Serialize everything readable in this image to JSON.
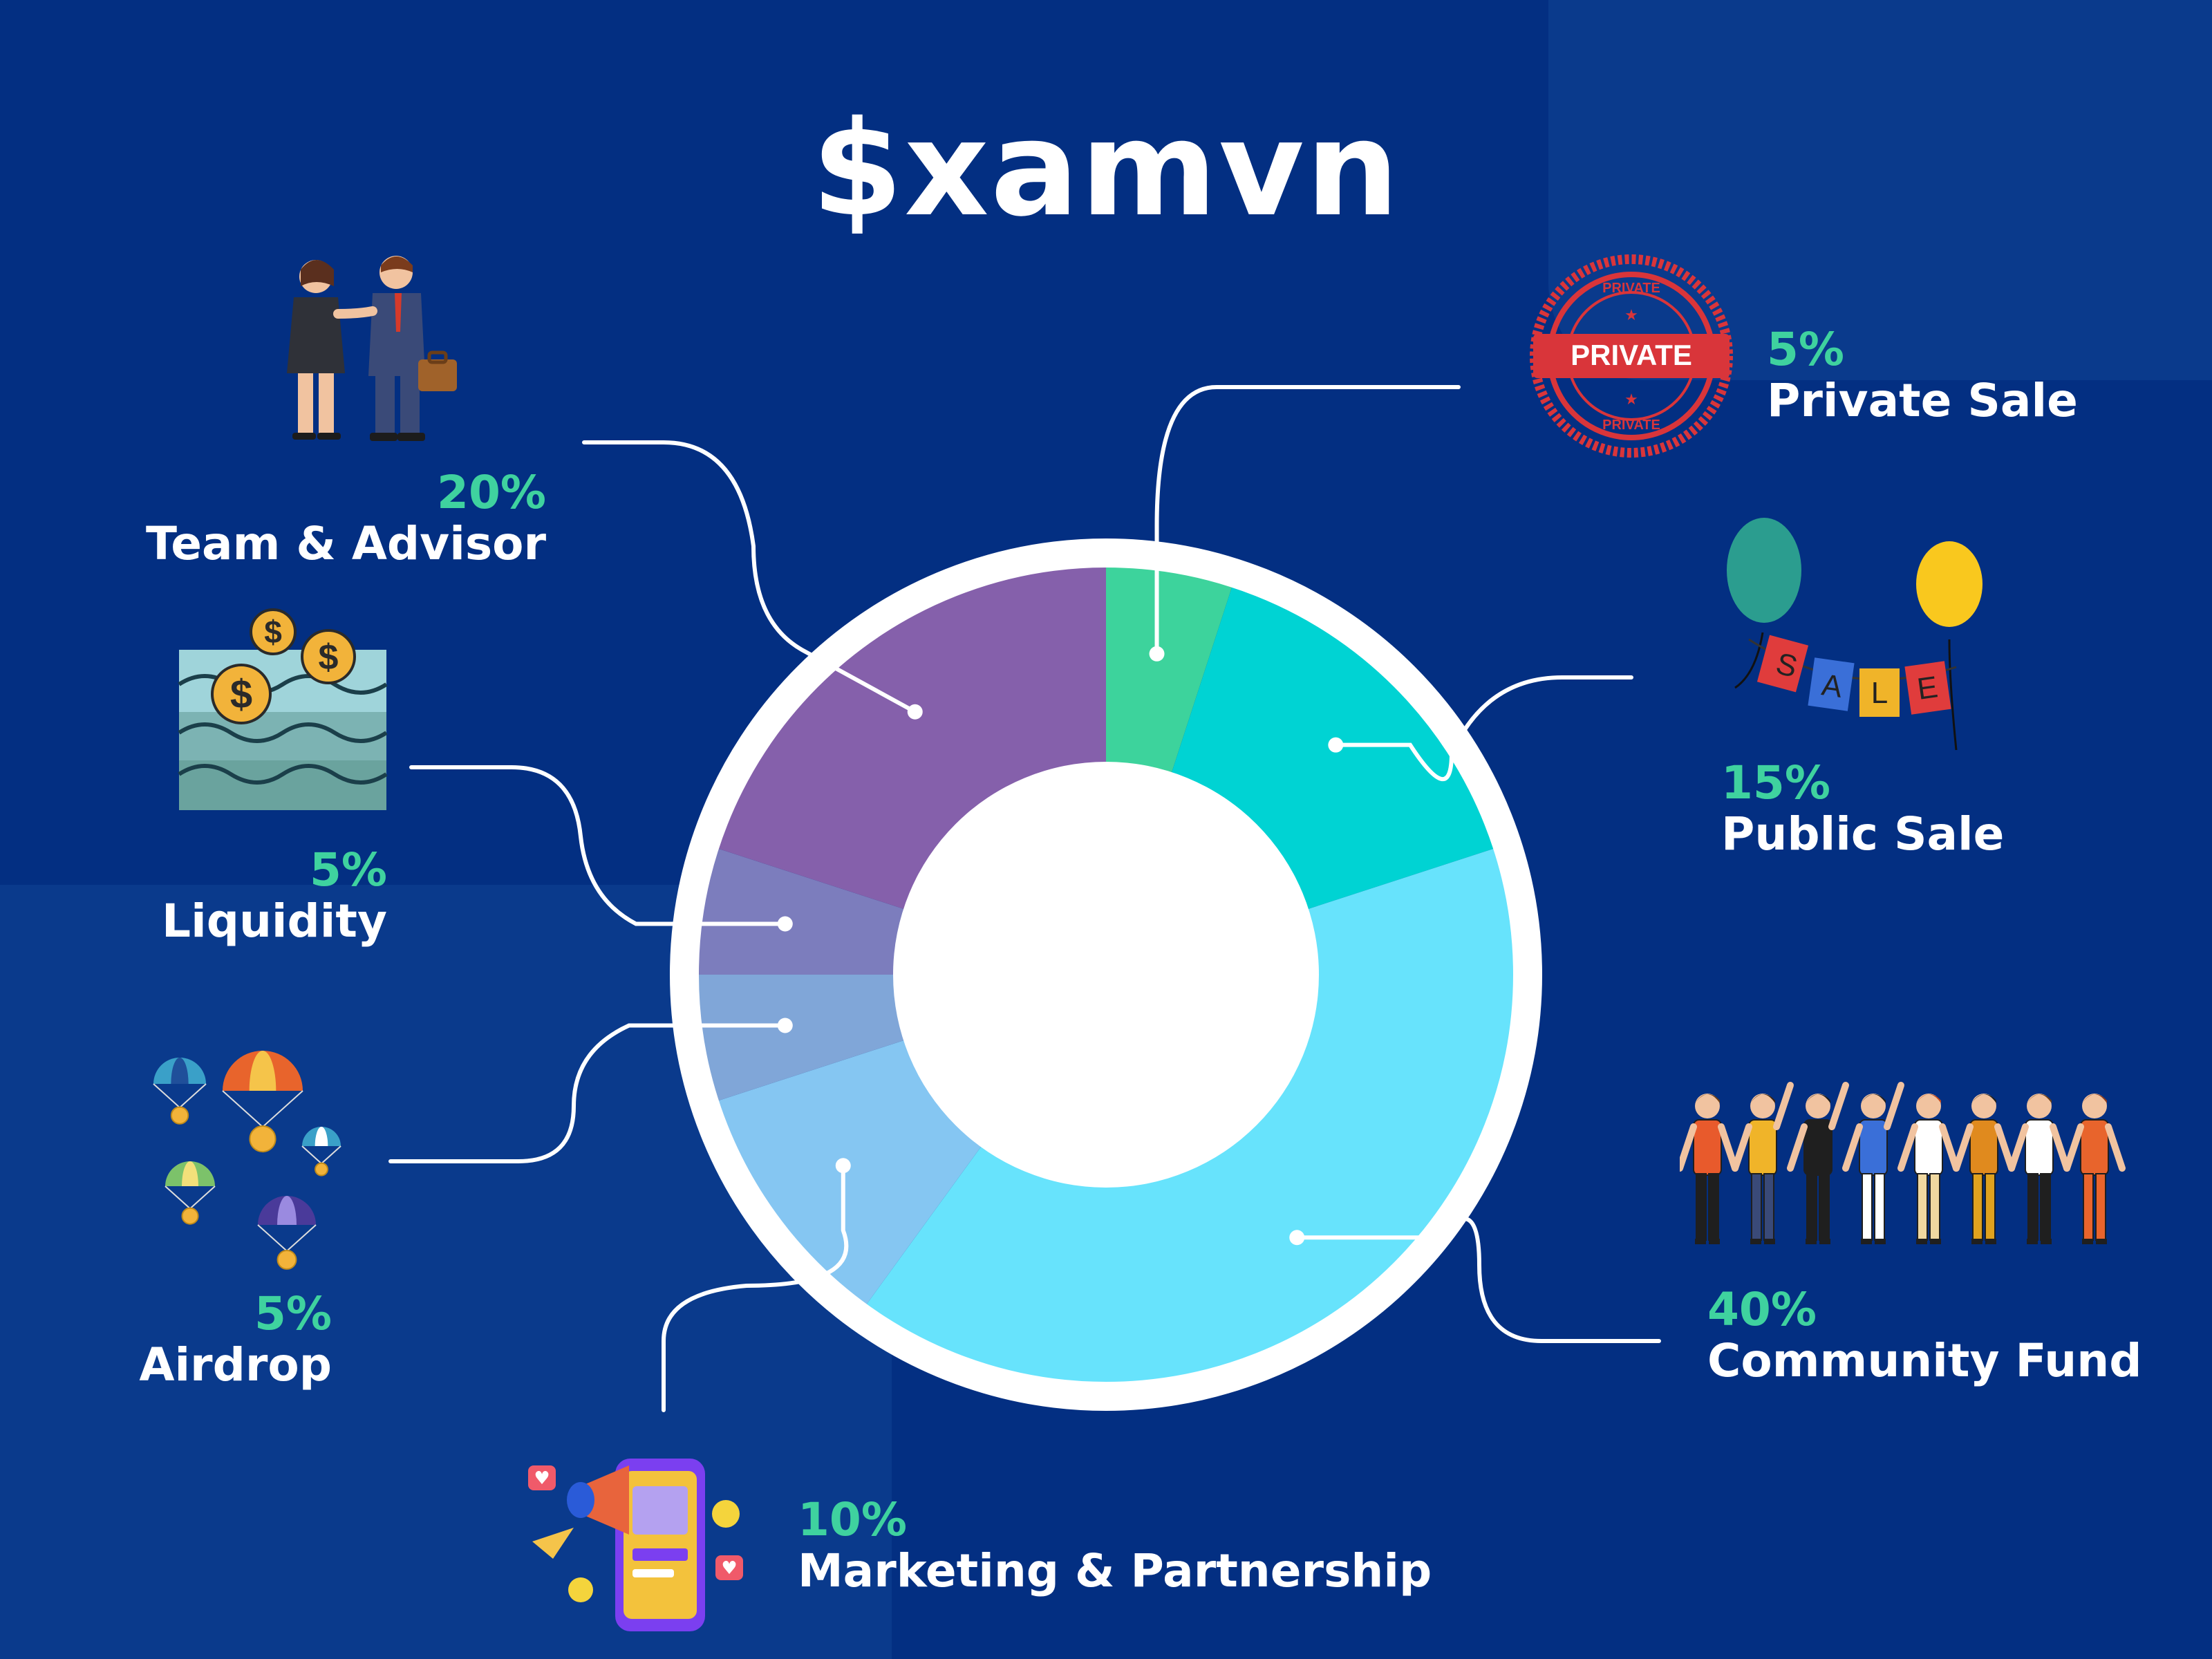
{
  "title": "$xamvn",
  "colors": {
    "background": "#032f82",
    "percent_text": "#3fd29f",
    "ring": "#ffffff"
  },
  "chart_data": {
    "type": "pie",
    "variant": "donut",
    "title": "$xamvn",
    "slices": [
      {
        "label": "Private Sale",
        "value": 5,
        "percent_label": "5%",
        "color": "#3dd39c"
      },
      {
        "label": "Public Sale",
        "value": 15,
        "percent_label": "15%",
        "color": "#00d3d3"
      },
      {
        "label": "Community Fund",
        "value": 40,
        "percent_label": "40%",
        "color": "#67e3fc"
      },
      {
        "label": "Marketing & Partnership",
        "value": 10,
        "percent_label": "10%",
        "color": "#85c6f2"
      },
      {
        "label": "Airdrop",
        "value": 5,
        "percent_label": "5%",
        "color": "#80a6d8"
      },
      {
        "label": "Liquidity",
        "value": 5,
        "percent_label": "5%",
        "color": "#7c7dbd"
      },
      {
        "label": "Team & Advisor",
        "value": 20,
        "percent_label": "20%",
        "color": "#8560ab"
      }
    ]
  },
  "illustrations": {
    "private_sale": {
      "icon": "private-stamp-icon",
      "stamp_text": "PRIVATE",
      "arc_text": "PRIVATE"
    },
    "public_sale": {
      "icon": "sale-balloons-icon",
      "banner_letters": [
        "S",
        "A",
        "L",
        "E"
      ]
    },
    "community_fund": {
      "icon": "people-holding-hands-icon"
    },
    "marketing": {
      "icon": "megaphone-phone-icon"
    },
    "airdrop": {
      "icon": "crypto-parachutes-icon"
    },
    "liquidity": {
      "icon": "coins-in-water-icon"
    },
    "team": {
      "icon": "business-handshake-icon"
    }
  }
}
